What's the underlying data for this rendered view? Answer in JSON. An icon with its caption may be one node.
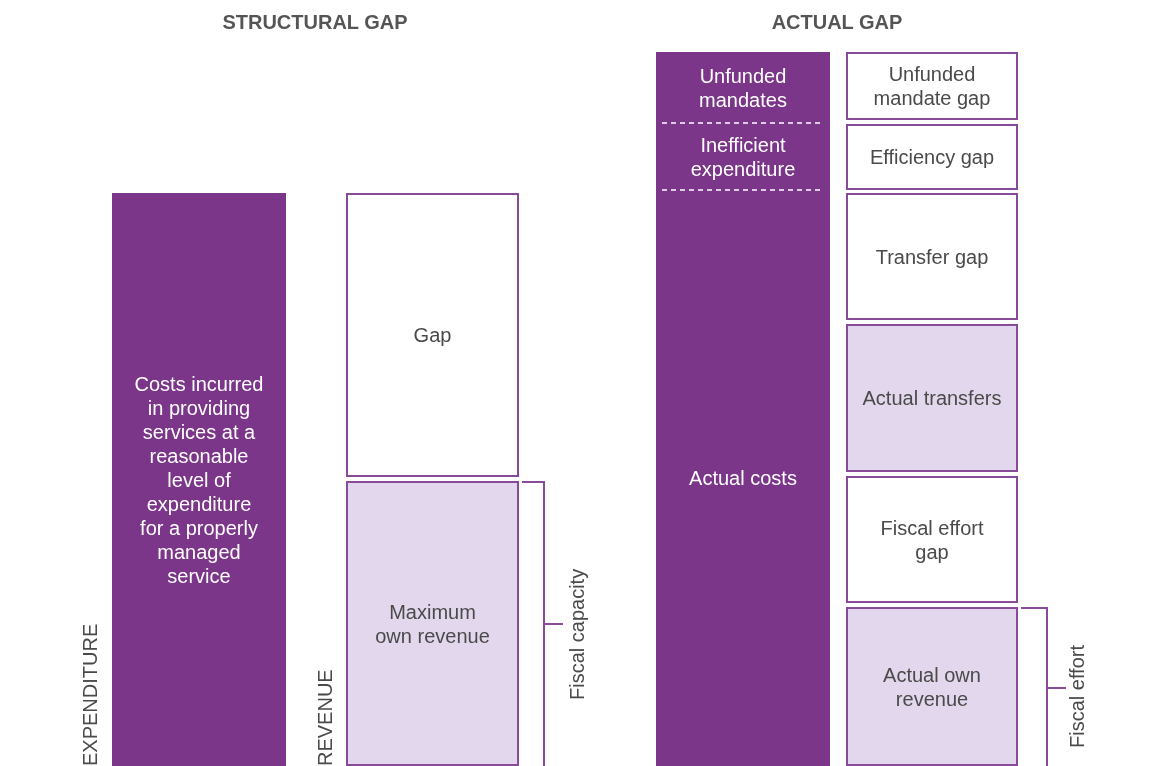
{
  "diagram": {
    "nodes": [
      {
        "text": [
          "Costs incurred in providing services at a reasonable level of expenditure for a properly managed service"
        ]
      },
      {
        "text": [
          "Gap"
        ]
      },
      {
        "text": [
          "Maximum own revenue"
        ]
      },
      {
        "text": [
          "Unfunded mandates",
          "Inefficient expenditure",
          "Actual costs"
        ]
      },
      {
        "text": [
          "Unfunded mandate gap"
        ]
      },
      {
        "text": [
          "Efficiency gap"
        ]
      },
      {
        "text": [
          "Transfer gap"
        ]
      },
      {
        "text": [
          "Actual transfers"
        ]
      },
      {
        "text": [
          "Fiscal effort gap"
        ]
      },
      {
        "text": [
          "Actual own revenue"
        ]
      }
    ],
    "labels": [
      "STRUCTURAL GAP",
      "ACTUAL GAP",
      "EXPENDITURE",
      "REVENUE",
      "Fiscal capacity",
      "Fiscal effort"
    ]
  }
}
